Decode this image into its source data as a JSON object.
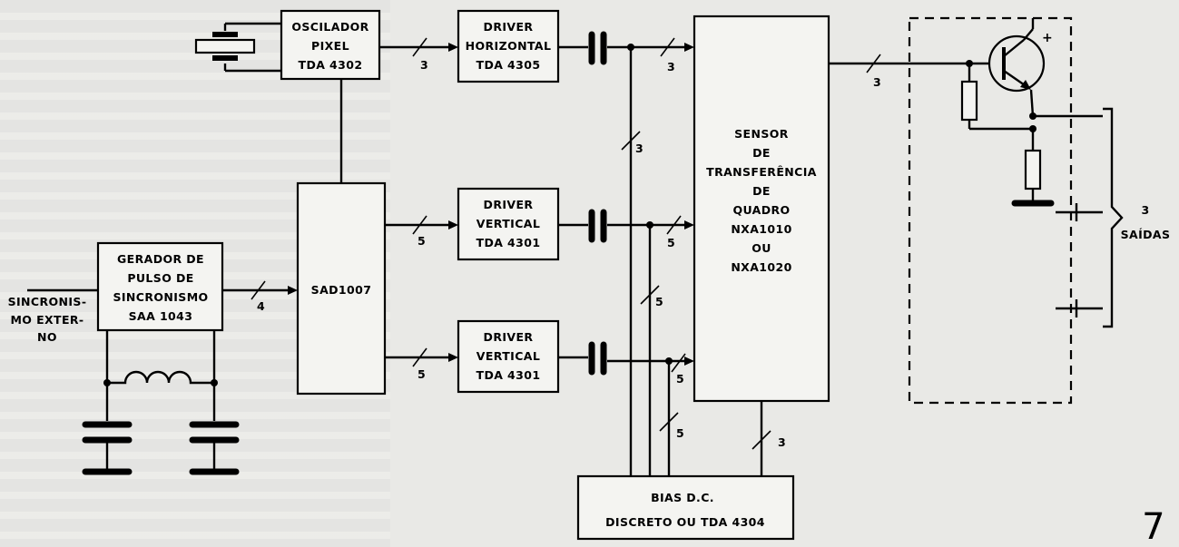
{
  "blocks": {
    "oscilador": [
      "OSCILADOR",
      "PIXEL",
      "TDA 4302"
    ],
    "driver_h": [
      "DRIVER",
      "HORIZONTAL",
      "TDA 4305"
    ],
    "driver_v1": [
      "DRIVER",
      "VERTICAL",
      "TDA 4301"
    ],
    "driver_v2": [
      "DRIVER",
      "VERTICAL",
      "TDA 4301"
    ],
    "sad": [
      "SAD1007"
    ],
    "gerador": [
      "GERADOR  DE",
      "PULSO  DE",
      "SINCRONISMO",
      "SAA  1043"
    ],
    "sensor": [
      "SENSOR",
      "DE",
      "TRANSFERÊNCIA",
      "DE",
      "QUADRO",
      "NXA1010",
      "OU",
      "NXA1020"
    ],
    "bias": [
      "BIAS   D.C.",
      "DISCRETO   OU   TDA 4304"
    ]
  },
  "input_label": [
    "SINCRONIS-",
    "MO  EXTER-",
    "NO"
  ],
  "output_label": [
    "3",
    "SAÍDAS"
  ],
  "bus_labels": {
    "osc_to_driver_h": "3",
    "driver_h_to_sensor": "3",
    "vertical_tap": "3",
    "sad_to_driver_v1": "5",
    "driver_v1_to_sensor": "5",
    "sad_to_driver_v2": "5",
    "driver_v2_to_sensor": "5",
    "gerador_to_sad": "4",
    "bias_tap_v1": "5",
    "bias_tap_v2": "5",
    "sensor_to_bias": "3",
    "sensor_to_output": "3"
  },
  "page_number": "7"
}
